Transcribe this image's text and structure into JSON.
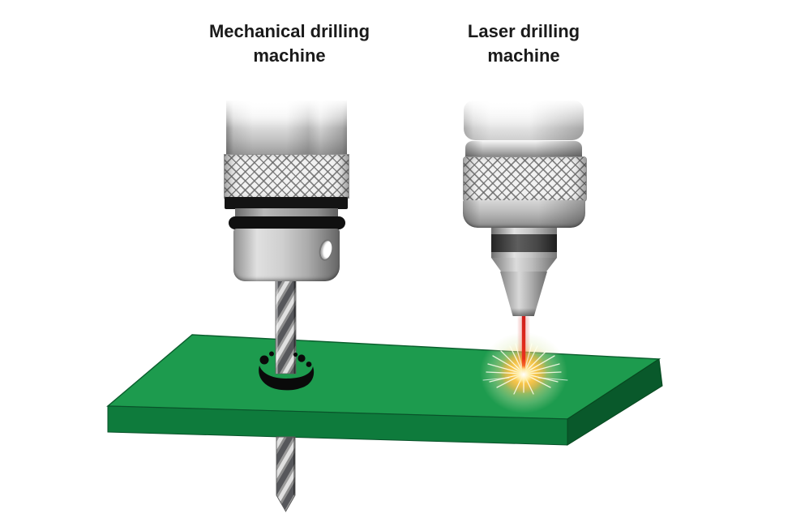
{
  "labels": {
    "mechanical": {
      "line1": "Mechanical drilling",
      "line2": "machine"
    },
    "laser": {
      "line1": "Laser drilling",
      "line2": "machine"
    }
  },
  "colors": {
    "background": "#ffffff",
    "text": "#1a1a1a",
    "board_top": "#1d9b4e",
    "board_front": "#0e7b3c",
    "board_side": "#09592b",
    "board_edge_line": "#0a5e2d",
    "splash_black": "#0a0a0a",
    "laser_beam_red": "#df201b",
    "glow_yellow": "#ffd75e",
    "glow_orange": "#ffa62e",
    "glow_core": "#fffde9",
    "metal_light": "#f2f2f2",
    "metal_mid": "#bdbdbd",
    "metal_dark": "#6e6e6e",
    "band_black": "#111111"
  }
}
